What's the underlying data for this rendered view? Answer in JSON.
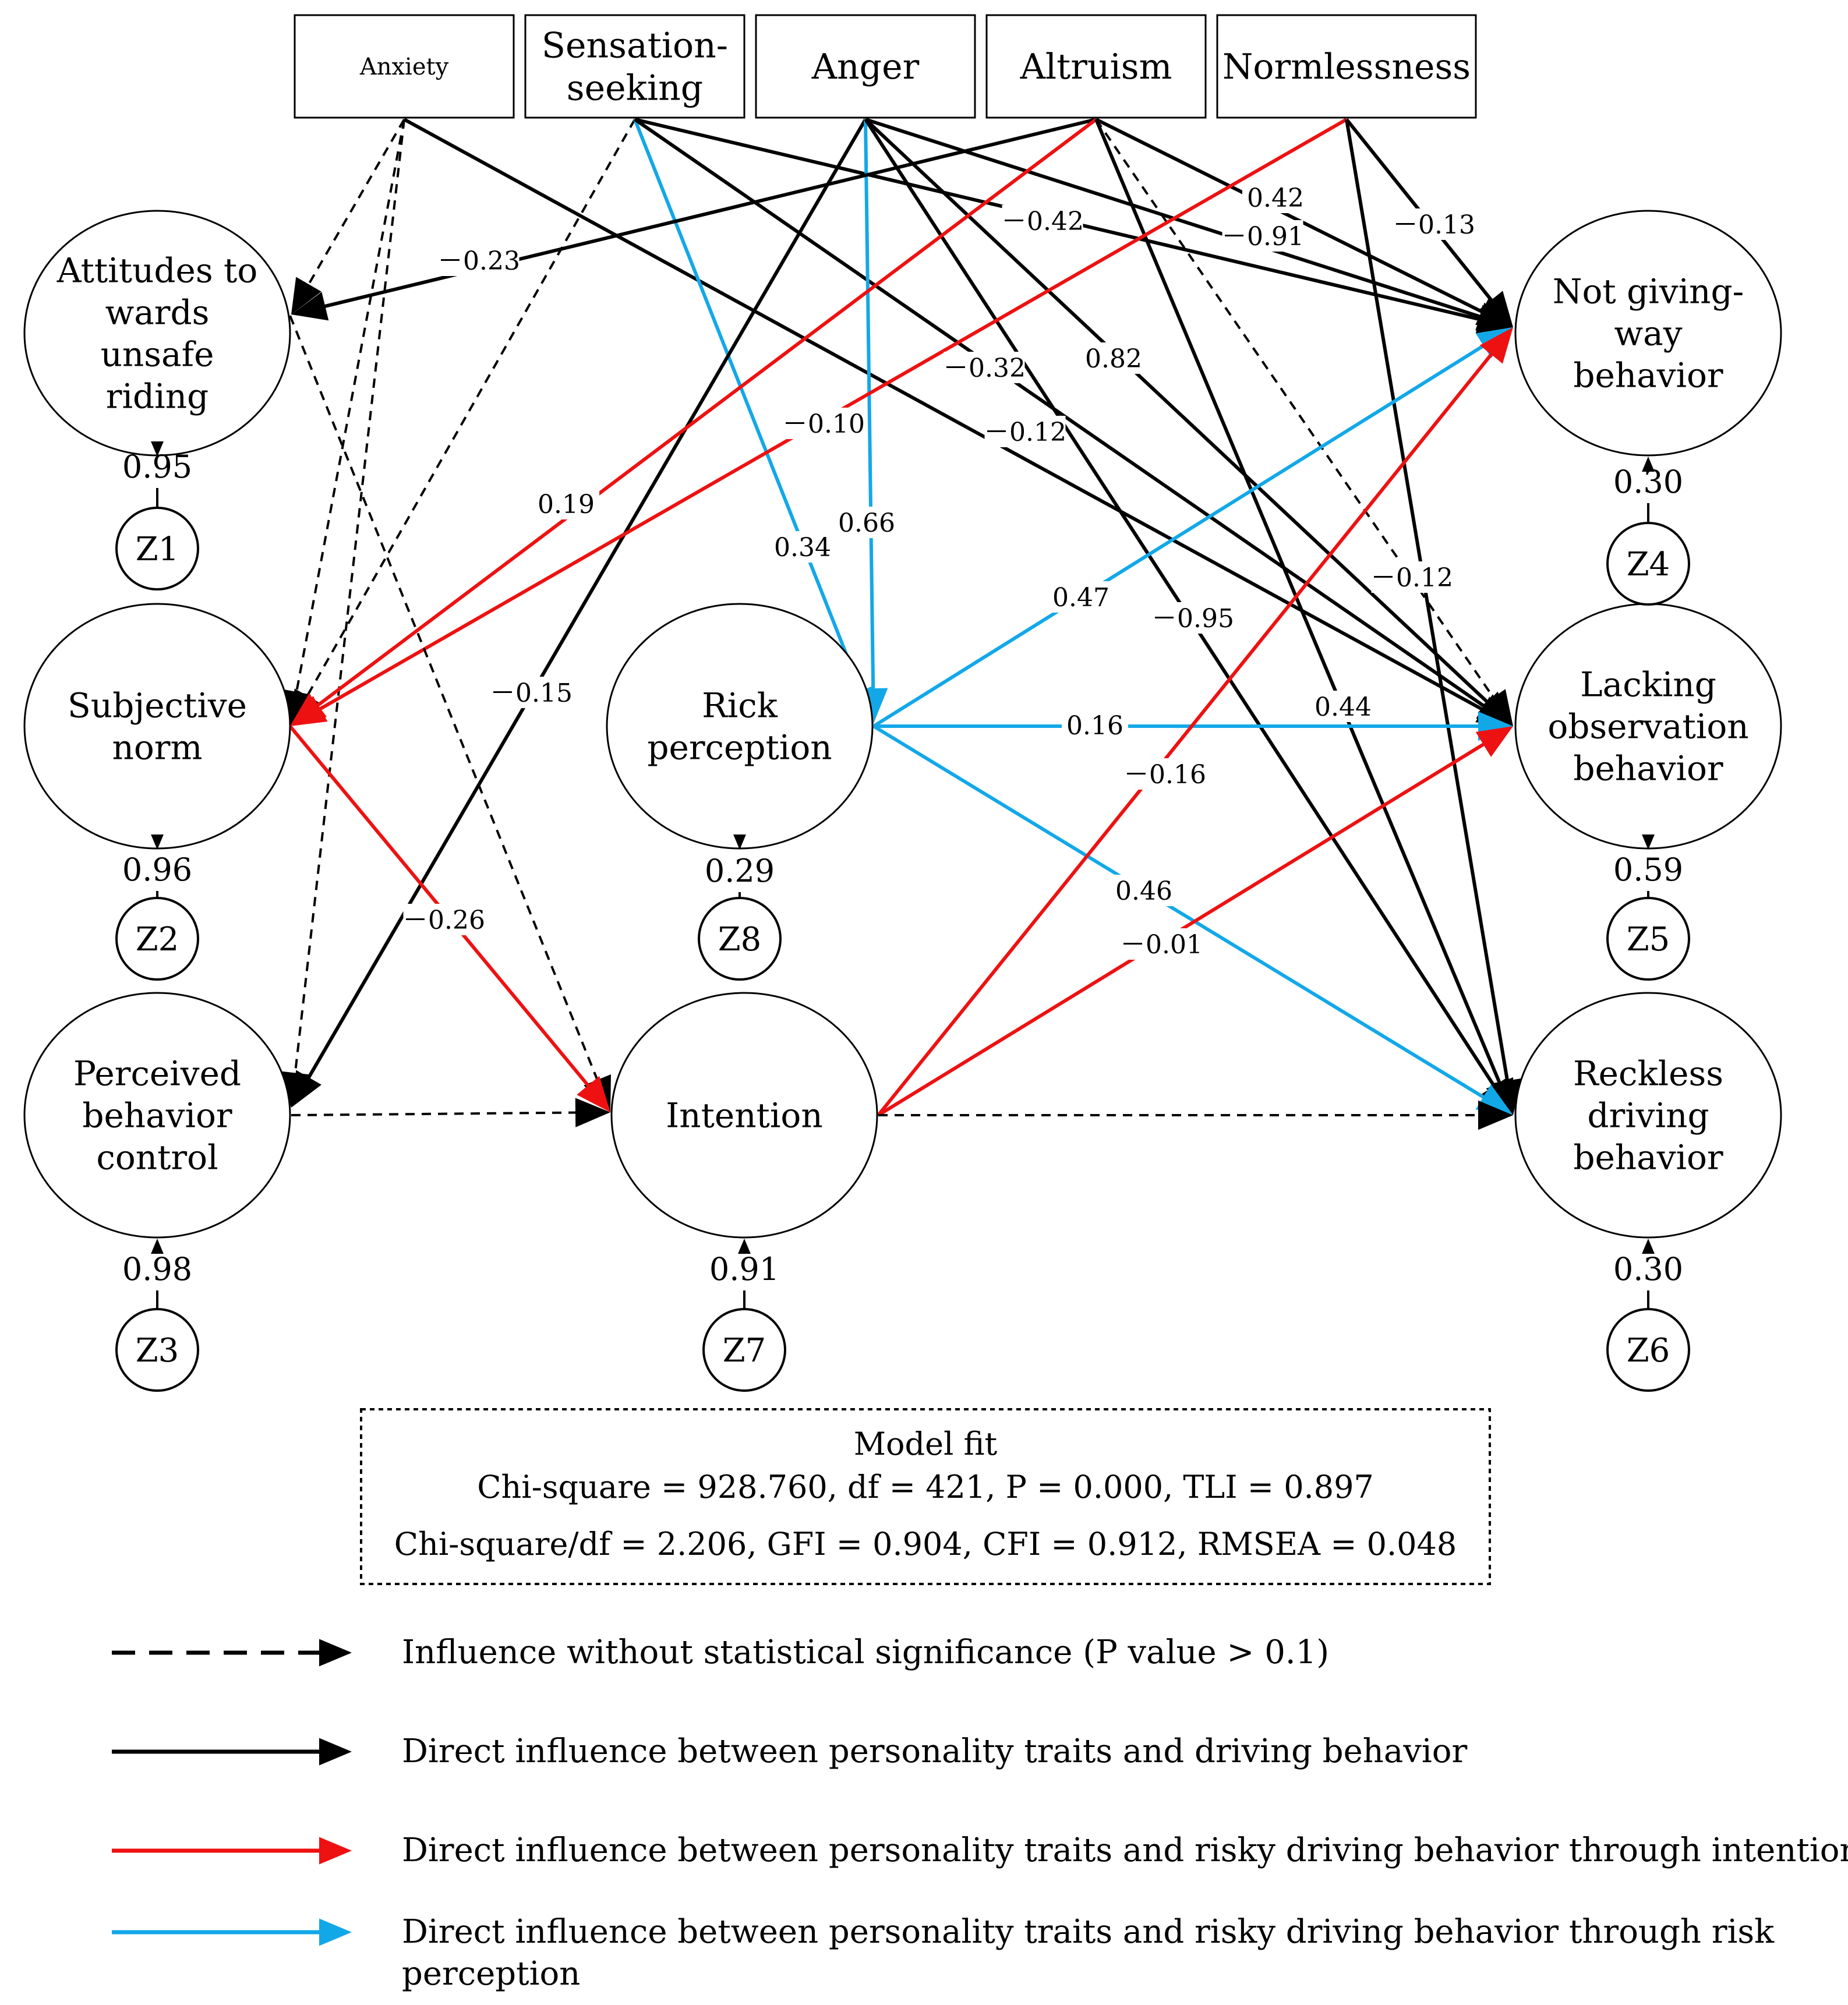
{
  "colors": {
    "black": "#000000",
    "red": "#ee1111",
    "blue": "#12a8e8"
  },
  "traits": [
    {
      "id": "anxiety",
      "label": [
        "Anxiety"
      ]
    },
    {
      "id": "sensation",
      "label": [
        "Sensation-",
        "seeking"
      ]
    },
    {
      "id": "anger",
      "label": [
        "Anger"
      ]
    },
    {
      "id": "altruism",
      "label": [
        "Altruism"
      ]
    },
    {
      "id": "normlessness",
      "label": [
        "Normlessness"
      ]
    }
  ],
  "constructs": [
    {
      "id": "attitudes",
      "label": [
        "Attitudes to",
        "wards",
        "unsafe",
        "riding"
      ]
    },
    {
      "id": "subjective",
      "label": [
        "Subjective",
        "norm"
      ]
    },
    {
      "id": "pbc",
      "label": [
        "Perceived",
        "behavior",
        "control"
      ]
    },
    {
      "id": "risk",
      "label": [
        "Rick",
        "perception"
      ]
    },
    {
      "id": "intention",
      "label": [
        "Intention"
      ]
    },
    {
      "id": "notgiving",
      "label": [
        "Not giving-",
        "way",
        "behavior"
      ]
    },
    {
      "id": "lacking",
      "label": [
        "Lacking",
        "observation",
        "behavior"
      ]
    },
    {
      "id": "reckless",
      "label": [
        "Reckless",
        "driving",
        "behavior"
      ]
    }
  ],
  "errors": [
    {
      "id": "z1",
      "label": "Z1",
      "target": "attitudes",
      "value": "0.95"
    },
    {
      "id": "z2",
      "label": "Z2",
      "target": "subjective",
      "value": "0.96"
    },
    {
      "id": "z3",
      "label": "Z3",
      "target": "pbc",
      "value": "0.98"
    },
    {
      "id": "z8",
      "label": "Z8",
      "target": "risk",
      "value": "0.29"
    },
    {
      "id": "z7",
      "label": "Z7",
      "target": "intention",
      "value": "0.91"
    },
    {
      "id": "z4",
      "label": "Z4",
      "target": "notgiving",
      "value": "0.30"
    },
    {
      "id": "z5",
      "label": "Z5",
      "target": "lacking",
      "value": "0.59"
    },
    {
      "id": "z6",
      "label": "Z6",
      "target": "reckless",
      "value": "0.30"
    }
  ],
  "paths": [
    {
      "from": "anxiety",
      "to": "attitudes",
      "style": "dashed",
      "label": ""
    },
    {
      "from": "anxiety",
      "to": "subjective",
      "style": "dashed",
      "label": ""
    },
    {
      "from": "anxiety",
      "to": "pbc",
      "style": "dashed",
      "label": ""
    },
    {
      "from": "anxiety",
      "to": "lacking",
      "style": "black",
      "label": "－0.12"
    },
    {
      "from": "sensation",
      "to": "subjective",
      "style": "dashed",
      "label": ""
    },
    {
      "from": "sensation",
      "to": "risk",
      "style": "blue",
      "label": "0.34"
    },
    {
      "from": "sensation",
      "to": "notgiving",
      "style": "black",
      "label": "－0.42"
    },
    {
      "from": "sensation",
      "to": "lacking",
      "style": "black",
      "label": "－0.32"
    },
    {
      "from": "anger",
      "to": "pbc",
      "style": "black",
      "label": "－0.15"
    },
    {
      "from": "anger",
      "to": "risk",
      "style": "blue",
      "label": "0.66"
    },
    {
      "from": "anger",
      "to": "notgiving",
      "style": "black",
      "label": "－0.91"
    },
    {
      "from": "anger",
      "to": "lacking",
      "style": "black",
      "label": "0.82"
    },
    {
      "from": "anger",
      "to": "reckless",
      "style": "black",
      "label": "－0.95"
    },
    {
      "from": "altruism",
      "to": "attitudes",
      "style": "black",
      "label": "－0.23"
    },
    {
      "from": "altruism",
      "to": "subjective",
      "style": "red",
      "label": "0.19"
    },
    {
      "from": "altruism",
      "to": "notgiving",
      "style": "black",
      "label": "0.42"
    },
    {
      "from": "altruism",
      "to": "lacking",
      "style": "dashed",
      "label": "－0.12"
    },
    {
      "from": "altruism",
      "to": "reckless",
      "style": "black",
      "label": "0.44"
    },
    {
      "from": "normlessness",
      "to": "subjective",
      "style": "red",
      "label": "－0.10"
    },
    {
      "from": "normlessness",
      "to": "notgiving",
      "style": "black",
      "label": "－0.13"
    },
    {
      "from": "normlessness",
      "to": "reckless",
      "style": "black",
      "label": ""
    },
    {
      "from": "attitudes",
      "to": "intention",
      "style": "dashed",
      "label": ""
    },
    {
      "from": "subjective",
      "to": "intention",
      "style": "red",
      "label": "－0.26"
    },
    {
      "from": "pbc",
      "to": "intention",
      "style": "dashed",
      "label": ""
    },
    {
      "from": "risk",
      "to": "notgiving",
      "style": "blue",
      "label": "0.47"
    },
    {
      "from": "risk",
      "to": "lacking",
      "style": "blue",
      "label": "0.16"
    },
    {
      "from": "risk",
      "to": "reckless",
      "style": "blue",
      "label": "0.46"
    },
    {
      "from": "intention",
      "to": "notgiving",
      "style": "red",
      "label": "－0.16"
    },
    {
      "from": "intention",
      "to": "lacking",
      "style": "red",
      "label": "－0.01"
    },
    {
      "from": "intention",
      "to": "reckless",
      "style": "dashed",
      "label": ""
    }
  ],
  "model_fit": {
    "title": "Model fit",
    "line1": "Chi-square = 928.760, df = 421, P = 0.000, TLI = 0.897",
    "line2": "Chi-square/df = 2.206, GFI = 0.904, CFI = 0.912, RMSEA = 0.048"
  },
  "legend": [
    {
      "style": "dashed",
      "label": [
        "Influence without statistical significance (P value > 0.1)"
      ]
    },
    {
      "style": "black",
      "label": [
        "Direct influence between personality traits and driving behavior"
      ]
    },
    {
      "style": "red",
      "label": [
        "Direct influence between personality traits and risky driving behavior through intention"
      ]
    },
    {
      "style": "blue",
      "label": [
        "Direct influence between personality traits and risky driving behavior through risk",
        "perception"
      ]
    }
  ]
}
